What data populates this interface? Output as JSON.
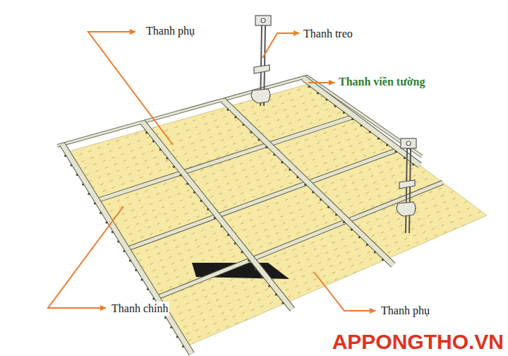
{
  "diagram": {
    "labels": [
      "Thanh phụ",
      "Thanh treo",
      "Thanh viền tường",
      "Thanh chính",
      "Thanh phụ",
      "APPONGTHO.VN"
    ]
  }
}
